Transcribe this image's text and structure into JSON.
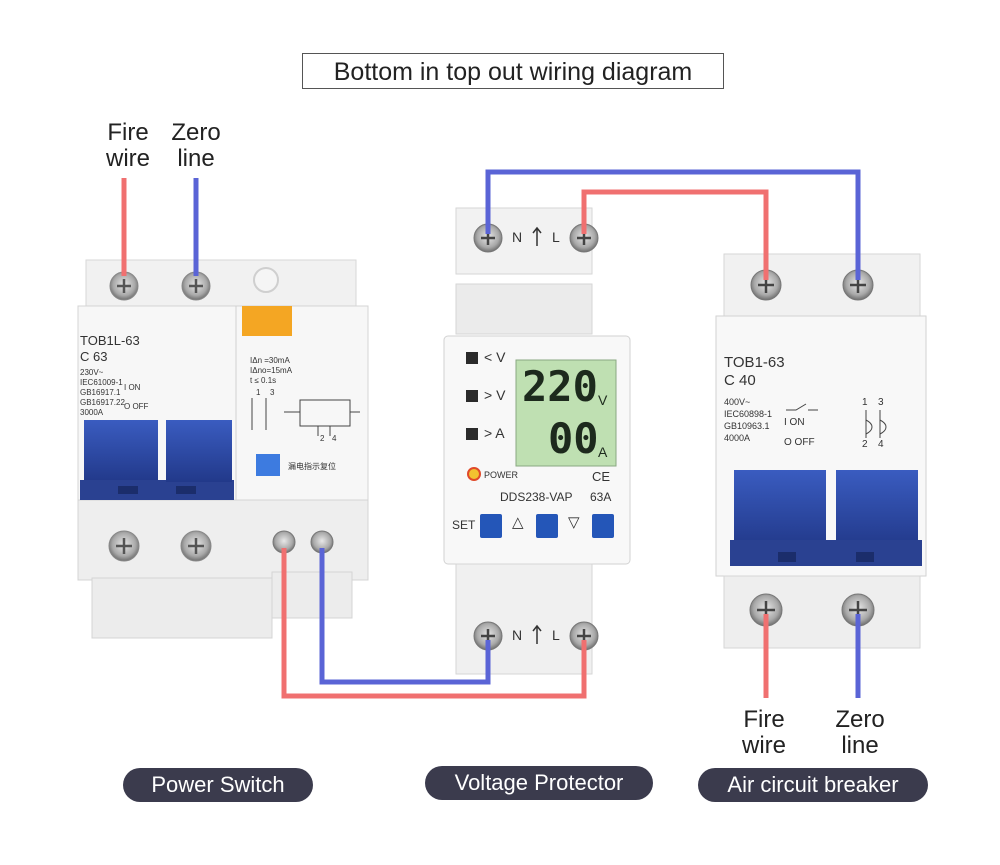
{
  "title": "Bottom in top out wiring diagram",
  "labels": {
    "left_fire": [
      "Fire",
      "wire"
    ],
    "left_zero": [
      "Zero",
      "line"
    ],
    "right_fire": [
      "Fire",
      "wire"
    ],
    "right_zero": [
      "Zero",
      "line"
    ]
  },
  "captions": {
    "power_switch": "Power Switch",
    "voltage_protector": "Voltage Protector",
    "air_breaker": "Air circuit breaker"
  },
  "rcd": {
    "model": "TOB1L-63",
    "rating": "C 63",
    "specs": [
      "230V~",
      "IEC61009-1",
      "GB16917.1",
      "GB16917.22",
      "3000A"
    ],
    "on_text": "I ON",
    "off_text": "O OFF",
    "residual": [
      "IΔn =30mA",
      "IΔno=15mA",
      "t ≤ 0.1s"
    ],
    "terminals": [
      "1",
      "3",
      "2",
      "4"
    ],
    "reset_text": "漏电指示复位"
  },
  "protector": {
    "n_label": "N",
    "l_label": "L",
    "display_voltage": "220",
    "voltage_unit": "V",
    "display_current": "00",
    "current_unit": "A",
    "indicators": [
      "< V",
      "> V",
      "> A"
    ],
    "power_label": "POWER",
    "ce_mark": "CE",
    "model": "DDS238-VAP",
    "rating": "63A",
    "button_labels": [
      "SET",
      "△",
      "▽"
    ]
  },
  "mcb": {
    "model": "TOB1-63",
    "rating": "C 40",
    "specs": [
      "400V~",
      "IEC60898-1",
      "GB10963.1",
      "4000A"
    ],
    "on_text": "I ON",
    "off_text": "O OFF",
    "terminals": [
      "1",
      "3",
      "2",
      "4"
    ]
  },
  "colors": {
    "fire_wire": "#f07070",
    "zero_wire": "#5a64d6",
    "breaker_blue": "#2b4aa8",
    "lcd_green": "#b6d9a8",
    "pill_bg": "#3b3b4d"
  }
}
